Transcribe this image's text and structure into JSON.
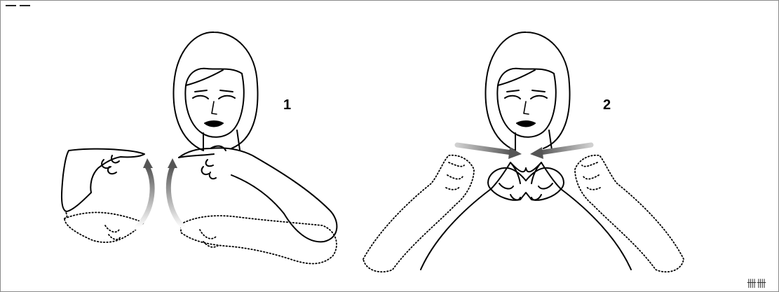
{
  "steps": {
    "step1_label": "1",
    "step2_label": "2"
  },
  "colors": {
    "ink": "#000000",
    "arrow_dark": "#555555",
    "arrow_light": "#c8c8c8",
    "frame": "#8a8a8a"
  },
  "signature_mark": "卌卌"
}
